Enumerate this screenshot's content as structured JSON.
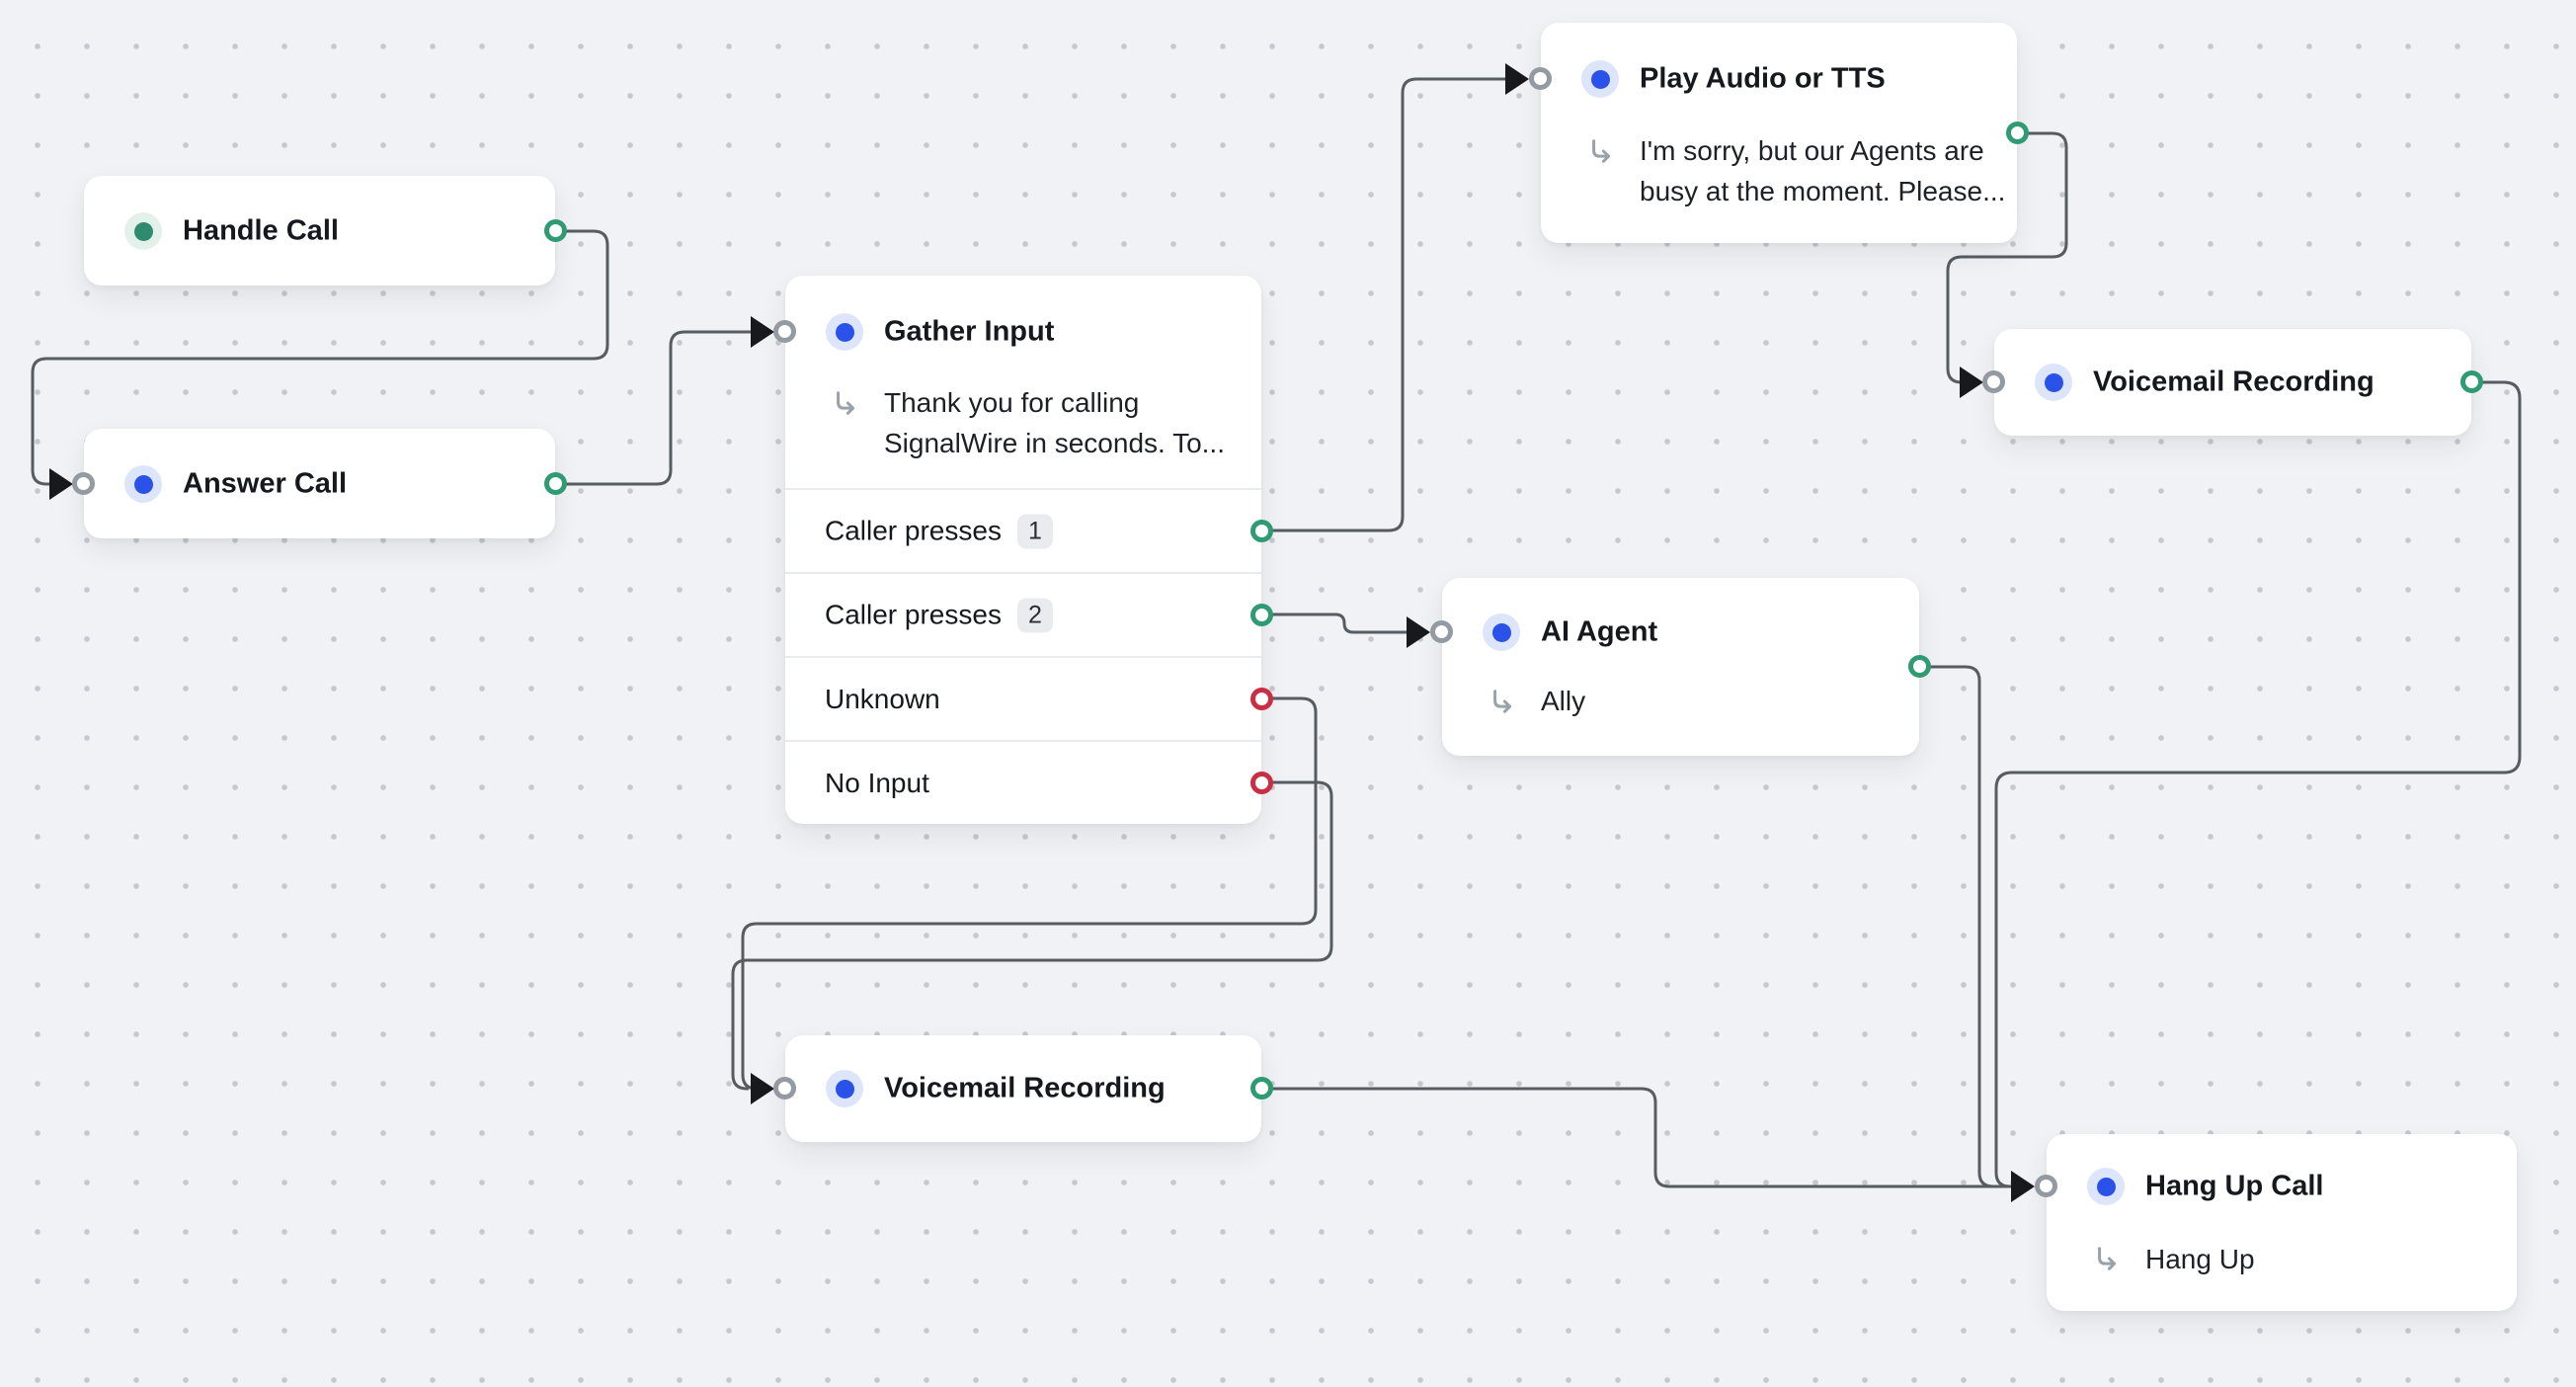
{
  "canvas": {
    "background": "#f1f2f5",
    "dot_color": "#c5c9cf",
    "wire_color": "#575c63",
    "arrow_color": "#17191c",
    "port_colors": {
      "success": "#2f9b72",
      "failure": "#c92f42",
      "input": "#939aa2"
    },
    "icon_colors": {
      "blue": "#2b52e8",
      "blue_halo": "#dce5fa",
      "teal": "#2e8b6e",
      "teal_halo": "#e4f0ea"
    }
  },
  "nodes": [
    {
      "title": "Handle Call",
      "icon": "teal-dot-icon",
      "output": "success"
    },
    {
      "title": "Answer Call",
      "icon": "blue-dot-icon",
      "input": true,
      "output": "success"
    },
    {
      "title": "Gather Input",
      "icon": "blue-dot-icon",
      "input": true,
      "subtitle": "Thank you for calling SignalWire in seconds. To...",
      "branches": [
        {
          "label": "Caller presses",
          "badge": "1",
          "port": "success"
        },
        {
          "label": "Caller presses",
          "badge": "2",
          "port": "success"
        },
        {
          "label": "Unknown",
          "badge": null,
          "port": "failure"
        },
        {
          "label": "No Input",
          "badge": null,
          "port": "failure"
        }
      ]
    },
    {
      "title": "Play Audio or TTS",
      "icon": "blue-dot-icon",
      "input": true,
      "output": "success",
      "subtitle": "I'm sorry, but our Agents are busy at the moment. Please..."
    },
    {
      "title": "Voicemail Recording",
      "icon": "blue-dot-icon",
      "input": true,
      "output": "success"
    },
    {
      "title": "AI Agent",
      "icon": "blue-dot-icon",
      "input": true,
      "output": "success",
      "subtitle": "Ally"
    },
    {
      "title": "Voicemail Recording",
      "icon": "blue-dot-icon",
      "input": true,
      "output": "success"
    },
    {
      "title": "Hang Up Call",
      "icon": "blue-dot-icon",
      "input": true,
      "subtitle": "Hang Up"
    }
  ],
  "edges": [
    {
      "from": "Handle Call",
      "to": "Answer Call"
    },
    {
      "from": "Answer Call",
      "to": "Gather Input"
    },
    {
      "from": "Gather Input / Caller presses 1",
      "to": "Play Audio or TTS"
    },
    {
      "from": "Gather Input / Caller presses 2",
      "to": "AI Agent"
    },
    {
      "from": "Gather Input / Unknown",
      "to": "Voicemail Recording (bottom)"
    },
    {
      "from": "Gather Input / No Input",
      "to": "Voicemail Recording (bottom)"
    },
    {
      "from": "Play Audio or TTS",
      "to": "Voicemail Recording (right)"
    },
    {
      "from": "Voicemail Recording (right)",
      "to": "Hang Up Call"
    },
    {
      "from": "AI Agent",
      "to": "Hang Up Call"
    },
    {
      "from": "Voicemail Recording (bottom)",
      "to": "Hang Up Call"
    }
  ]
}
